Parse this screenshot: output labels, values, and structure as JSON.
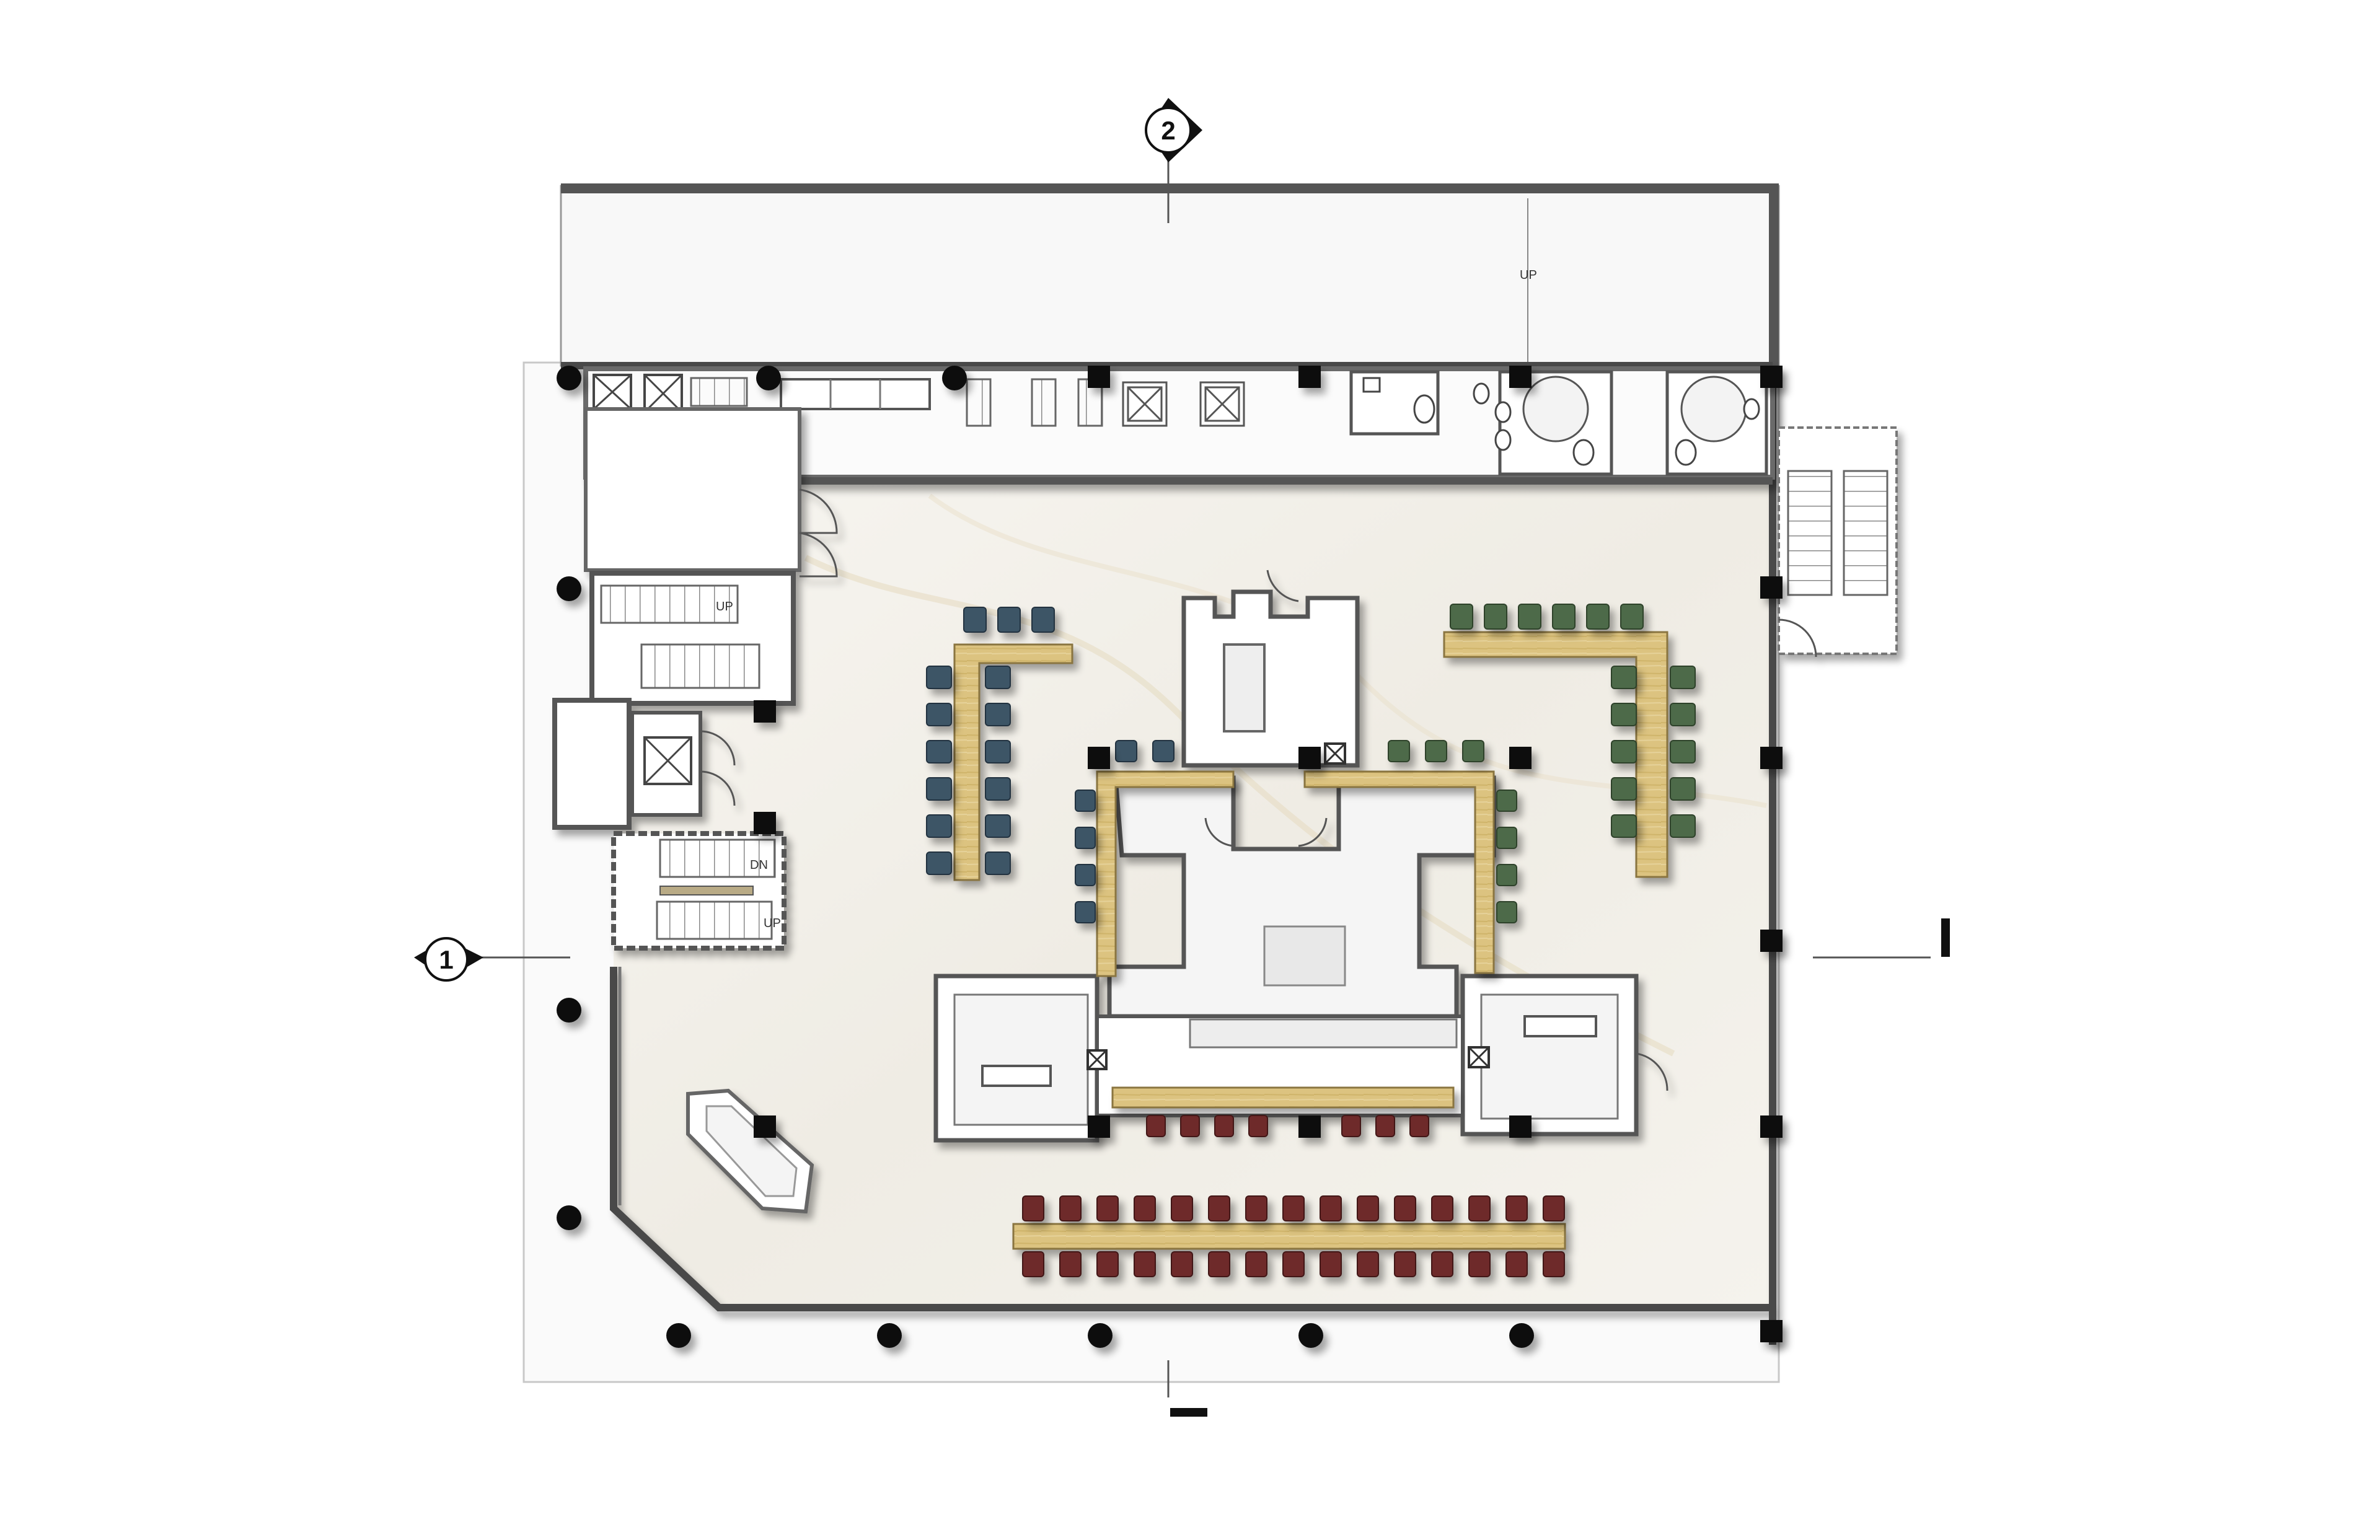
{
  "section_markers": {
    "marker_1": "1",
    "marker_2": "2"
  },
  "labels": {
    "up": "UP",
    "dn": "DN"
  },
  "colors": {
    "wall": "#4a4a4a",
    "column": "#0d0d0d",
    "marble": "#f2f0ea",
    "table_wood": "#d8bf7a",
    "chair_blue": "#3d5566",
    "chair_green": "#4e6a48",
    "chair_red": "#6e2a2a",
    "light_floor": "#f6f6f6"
  },
  "icons": [
    "section-marker-icon",
    "elevator-icon",
    "toilet-icon",
    "sink-icon",
    "door-swing-icon",
    "staircase-icon",
    "column-icon"
  ]
}
